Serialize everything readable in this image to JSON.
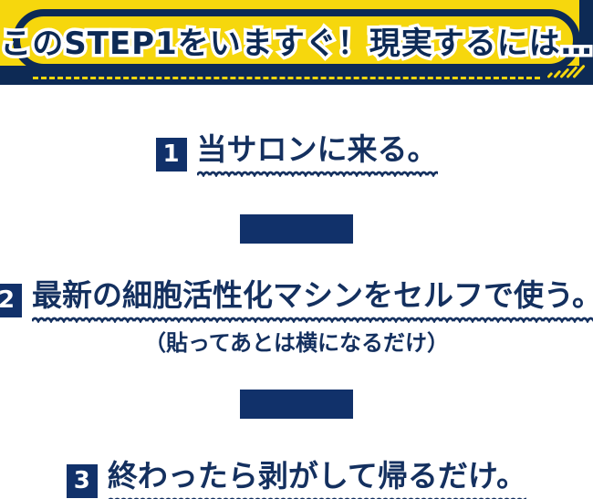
{
  "colors": {
    "navy": "#0D2A55",
    "navy_body": "#14305F",
    "yellow": "#F6D70D",
    "white": "#FFFFFF",
    "page_background": "#FFFFFF"
  },
  "header": {
    "title": "このSTEP1をいますぐ！現実するには…"
  },
  "steps": [
    {
      "number": "1",
      "label": "当サロンに来る。",
      "note": ""
    },
    {
      "number": "2",
      "label": "最新の細胞活性化マシンをセルフで使う。",
      "note": "（貼ってあとは横になるだけ）"
    },
    {
      "number": "3",
      "label": "終わったら剥がして帰るだけ。",
      "note": ""
    }
  ]
}
